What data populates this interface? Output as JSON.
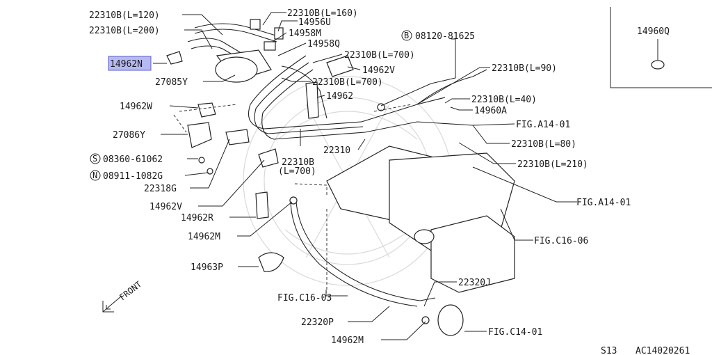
{
  "diagram": {
    "labels": {
      "p22310b_120": "22310B(L=120)",
      "p22310b_200": "22310B(L=200)",
      "p22310b_160": "22310B(L=160)",
      "p14956u": "14956U",
      "p14958m": "14958M",
      "p14958q": "14958Q",
      "p08120": "08120-81625",
      "p22310b_700a": "22310B(L=700)",
      "p14962v_top": "14962V",
      "p22310b_700b": "22310B(L=700)",
      "p14962n": "14962N",
      "p27085y": "27085Y",
      "p14962": "14962",
      "p22310b_90": "22310B(L=90)",
      "p22310b_40": "22310B(L=40)",
      "p14960a": "14960A",
      "p14962w": "14962W",
      "p27086y": "27086Y",
      "p08360": "08360-61062",
      "p08911": "08911-1082G",
      "p22318g": "22318G",
      "p22310": "22310",
      "p22310b_mid": "22310B",
      "p22310b_mid2": "(L=700)",
      "figA14_1": "FIG.A14-01",
      "p22310b_80": "22310B(L=80)",
      "p22310b_210": "22310B(L=210)",
      "figA14_2": "FIG.A14-01",
      "p14962v_low": "14962V",
      "p14962r": "14962R",
      "p14962m_a": "14962M",
      "figC16_06": "FIG.C16-06",
      "p14963p": "14963P",
      "p22320j": "22320J",
      "figC16_03": "FIG.C16-03",
      "p22320p": "22320P",
      "p14962m_b": "14962M",
      "figC14_01": "FIG.C14-01",
      "front": "FRONT",
      "inset_part": "14960Q",
      "s_mark": "S",
      "n_mark": "N",
      "b_mark": "B",
      "footer_left": "S13",
      "footer_right": "AC14020261"
    },
    "highlight_part": "14962N",
    "highlight_color": "#b7b9f0"
  }
}
